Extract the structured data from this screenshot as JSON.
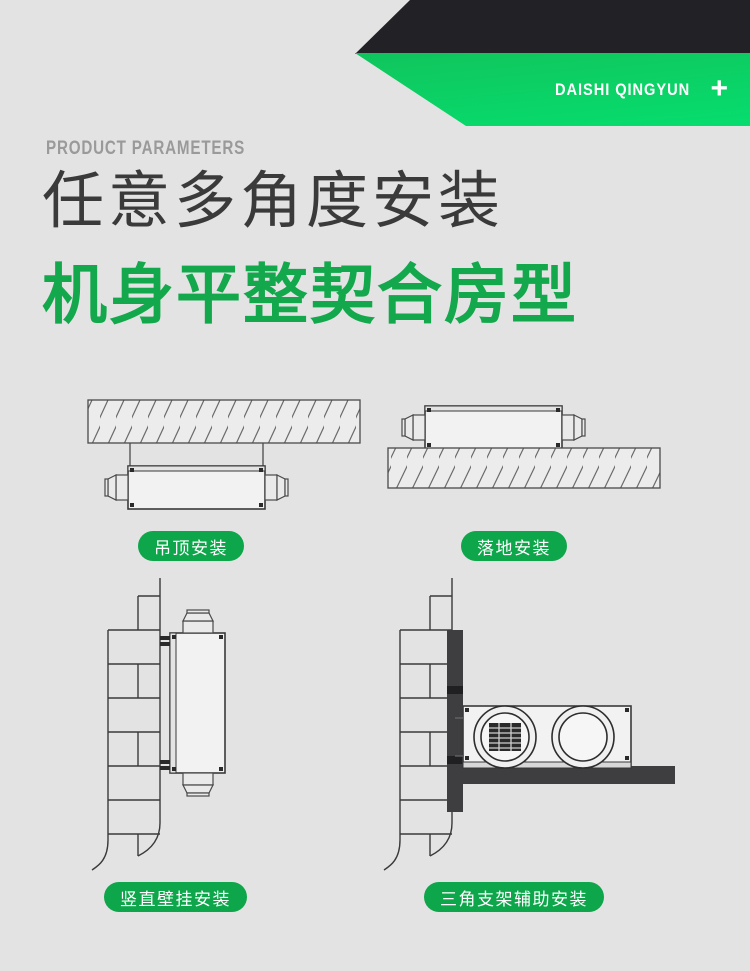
{
  "header": {
    "brand": "DAISHI QINGYUN",
    "plus": "+",
    "black_bar_color": "#222226",
    "green_color": "#0dc460"
  },
  "hero": {
    "kicker": "PRODUCT PARAMETERS",
    "line1": "任意多角度安装",
    "line2": "机身平整契合房型",
    "line1_color": "#3a3a3a",
    "line2_color": "#13a84c"
  },
  "diagrams": [
    {
      "id": "ceiling-mount",
      "label": "吊顶安装"
    },
    {
      "id": "floor-mount",
      "label": "落地安装"
    },
    {
      "id": "wall-mount",
      "label": "竖直壁挂安装"
    },
    {
      "id": "bracket-mount",
      "label": "三角支架辅助安装"
    }
  ],
  "pill_color": "#0ea64a",
  "background_color": "#e3e3e3"
}
